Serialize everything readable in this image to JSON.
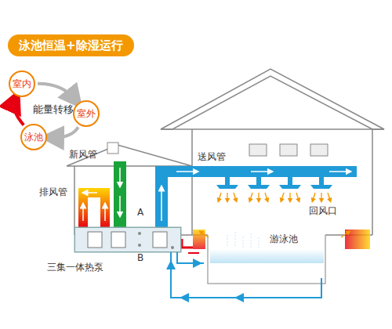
{
  "diagram": {
    "title": "泳池恒温+除湿运行",
    "nodes": [
      {
        "text": [
          "室内"
        ]
      },
      {
        "text": [
          "室外"
        ]
      },
      {
        "text": [
          "泳池"
        ]
      },
      {
        "text": [
          "三集一体热泵"
        ]
      }
    ],
    "edges": [
      {
        "from": 0,
        "to": 1,
        "arrow": "to"
      },
      {
        "from": 1,
        "to": 2,
        "arrow": "to"
      },
      {
        "from": 2,
        "to": 0,
        "arrow": "to"
      }
    ],
    "labels": [
      "能量转移",
      "新风管",
      "排风管",
      "送风管",
      "回风口",
      "游泳池",
      "A",
      "B"
    ]
  }
}
